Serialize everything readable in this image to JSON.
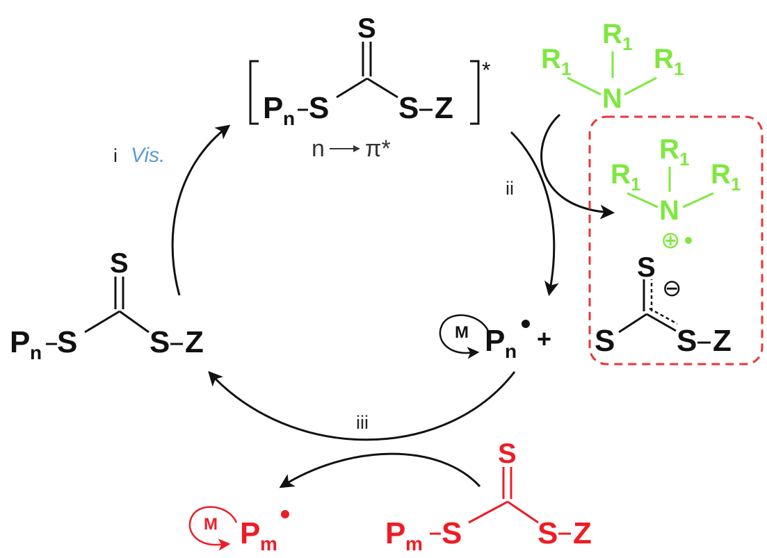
{
  "colors": {
    "black": "#111111",
    "green": "#7ee83f",
    "red": "#ee1c25",
    "blue": "#5b9bd5",
    "box_dash": "#ee3333"
  },
  "steps": {
    "i_label": "i",
    "i_vis": "Vis.",
    "ii_label": "ii",
    "iii_label": "iii"
  },
  "excited": {
    "s_top": "S",
    "p": "P",
    "p_sub": "n",
    "s_left": "S",
    "s_right": "S",
    "z": "Z",
    "star": "*",
    "transition_n": "n",
    "transition_pi": "π*"
  },
  "raft_left": {
    "s_top": "S",
    "p": "P",
    "p_sub": "n",
    "s_left": "S",
    "s_right": "S",
    "z": "Z"
  },
  "radical_right": {
    "m": "M",
    "p": "P",
    "p_sub": "n",
    "plus": "+"
  },
  "anion": {
    "s_top": "S",
    "minus": "⊖",
    "s_left": "S",
    "s_right": "S",
    "z": "Z"
  },
  "amine": {
    "r_top": "R",
    "r_top_sub": "1",
    "r_left": "R",
    "r_left_sub": "1",
    "r_right": "R",
    "r_right_sub": "1",
    "n": "N"
  },
  "amine_cation": {
    "r_top": "R",
    "r_top_sub": "1",
    "r_left": "R",
    "r_left_sub": "1",
    "r_right": "R",
    "r_right_sub": "1",
    "n": "N",
    "charge": "⊕"
  },
  "raft_red": {
    "s_top": "S",
    "p": "P",
    "p_sub": "m",
    "s_left": "S",
    "s_right": "S",
    "z": "Z"
  },
  "radical_red": {
    "m": "M",
    "p": "P",
    "p_sub": "m"
  }
}
